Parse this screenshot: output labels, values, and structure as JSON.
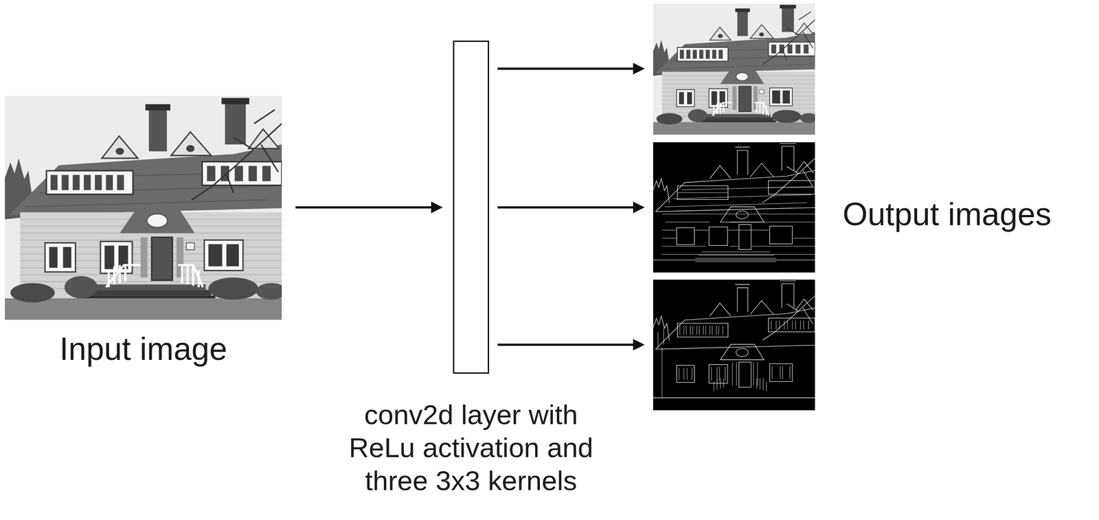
{
  "diagram": {
    "nodes": [
      {
        "text": [
          "Input image"
        ]
      },
      {
        "text": [
          "conv2d layer with ReLu activation and three 3x3 kernels"
        ]
      },
      {
        "text": [
          "Output images"
        ]
      }
    ],
    "edges": [
      {
        "from": 0,
        "to": 1,
        "arrow": "to"
      },
      {
        "from": 1,
        "to": 2,
        "arrow": "to"
      },
      {
        "from": 1,
        "to": 2,
        "arrow": "to"
      },
      {
        "from": 1,
        "to": 2,
        "arrow": "to"
      }
    ]
  }
}
